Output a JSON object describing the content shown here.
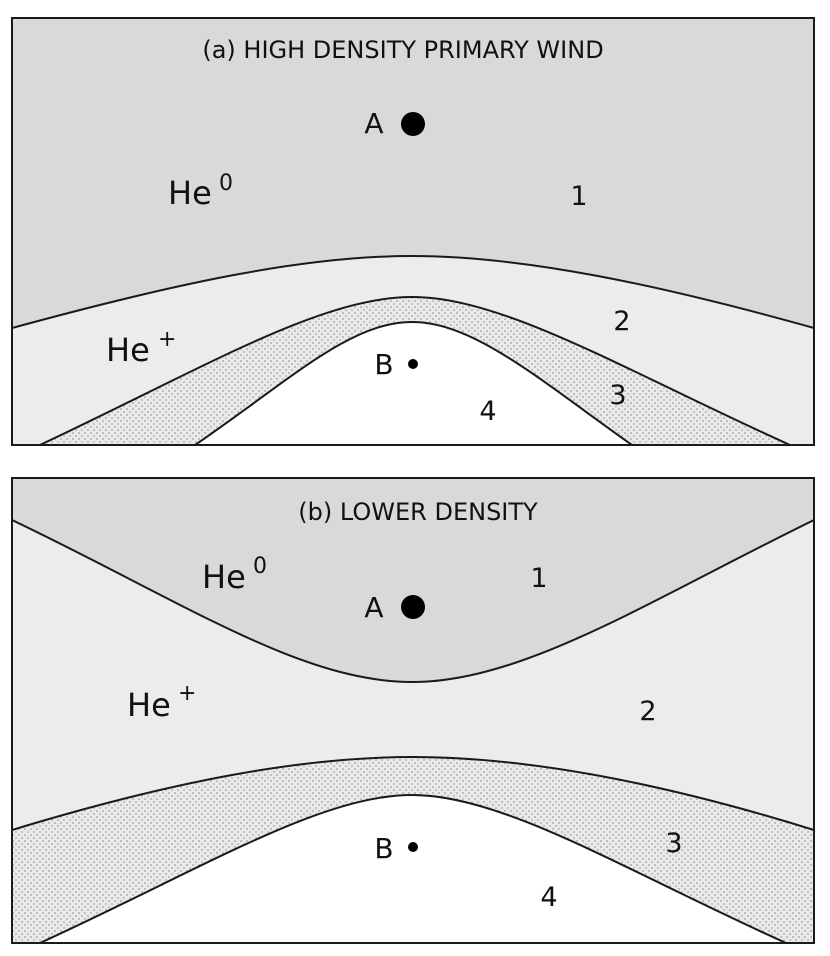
{
  "colors": {
    "neutral_region": "#d9d9d9",
    "ionized_region": "#ececec",
    "stippled_region": "#e9e9e9",
    "inner_region": "#ffffff",
    "outline": "#1a1a1a"
  },
  "panels": [
    {
      "title": "(a)  HIGH DENSITY PRIMARY WIND",
      "neutral_label": "He",
      "neutral_sup": "0",
      "ion_label": "He",
      "ion_sup": "+",
      "star_a": "A",
      "star_b": "B",
      "zones": [
        "1",
        "2",
        "3",
        "4"
      ]
    },
    {
      "title": "(b)  LOWER DENSITY",
      "neutral_label": "He",
      "neutral_sup": "0",
      "ion_label": "He",
      "ion_sup": "+",
      "star_a": "A",
      "star_b": "B",
      "zones": [
        "1",
        "2",
        "3",
        "4"
      ]
    }
  ]
}
